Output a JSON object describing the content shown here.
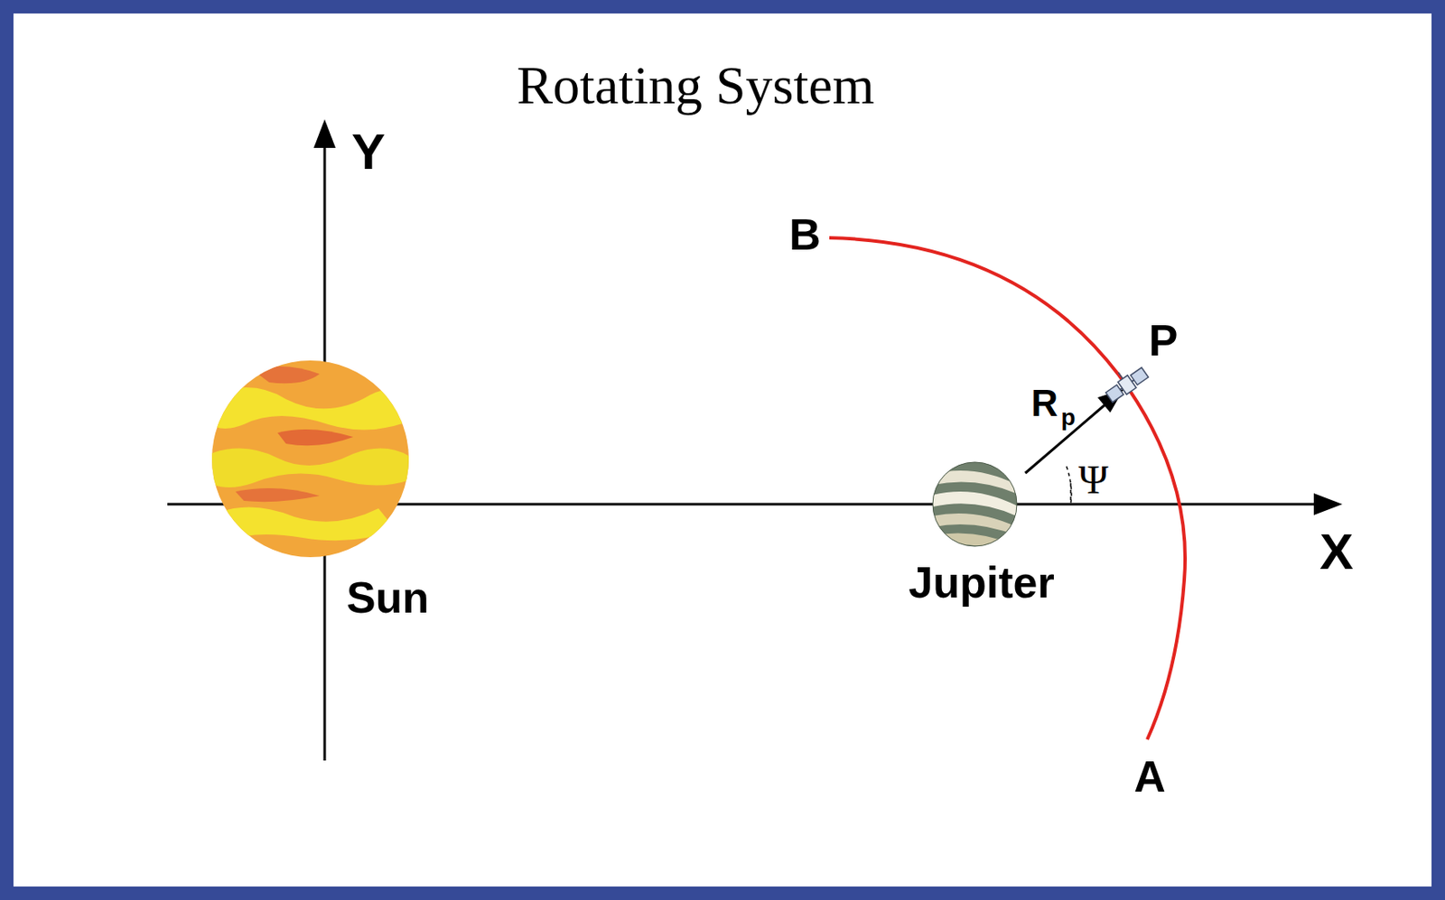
{
  "diagram": {
    "title": "Rotating System",
    "labels": [
      "Y",
      "X",
      "Sun",
      "Jupiter",
      "B",
      "P",
      "R",
      "p",
      "Ψ",
      "A"
    ]
  }
}
